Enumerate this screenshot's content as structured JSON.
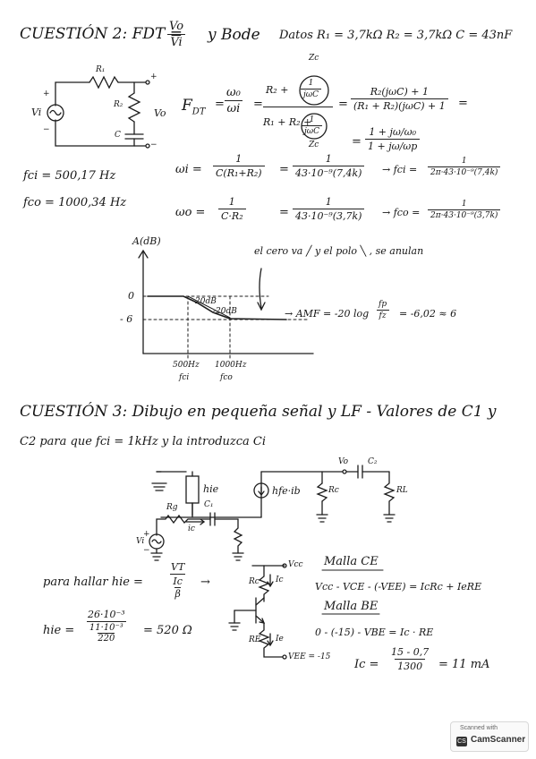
{
  "q2": {
    "heading": "CUESTIÓN 2: FDT =",
    "fdt_num": "Vo",
    "fdt_den": "Vi",
    "and_bode": "y Bode",
    "datos": "Datos R₁ = 3,7kΩ  R₂ = 3,7kΩ  C = 43nF",
    "circuit": {
      "r1": "R₁",
      "r2": "R₂",
      "c": "C",
      "vi": "Vi",
      "vo": "Vo",
      "plus": "+",
      "minus": "−",
      "out_plus": "+",
      "out_minus": "−"
    },
    "zc": "Zc",
    "zc2": "Zc",
    "fdt_label": "F",
    "fdt_sub": "DT",
    "f_frac_num": "ω₀",
    "f_frac_den": "ωi",
    "f_num": "R₂ +",
    "f_den": "R₁ + R₂ +",
    "inv_num": "1",
    "inv_den": "jωC",
    "f_rhs_num": "R₂(jωC) + 1",
    "f_rhs_den": "(R₁ + R₂)(jωC) + 1",
    "eq2_num": "1 + jω/ω₀",
    "eq2_den": "1 + jω/ωp",
    "equals": "=",
    "wi_label": "ωi =",
    "wi_num": "1",
    "wi_den": "C(R₁+R₂)",
    "wi_num2": "1",
    "wi_den2": "43·10⁻⁹(7,4k)",
    "fci_label": "→ fci =",
    "fci_num": "1",
    "fci_den": "2π·43·10⁻⁹(7,4k)",
    "wo_label": "ωo =",
    "wo_num": "1",
    "wo_den": "C·R₂",
    "wo_num2": "1",
    "wo_den2": "43·10⁻⁹(3,7k)",
    "fco_label": "→ fco =",
    "fco_num": "1",
    "fco_den": "2π·43·10⁻⁹(3,7k)",
    "fci_result": "fci = 500,17 Hz",
    "fco_result": "fco = 1000,34 Hz",
    "bode": {
      "ylabel": "A(dB)",
      "zero": "0",
      "minus6": "- 6",
      "note": "el cero va ╱ y el polo ╲ , se anulan",
      "slope": "-20dB",
      "slope2": "-20dB",
      "amf": "→ AMF = -20 log",
      "amf_num": "fp",
      "amf_den": "fz",
      "amf_val": "= -6,02 ≈ 6",
      "x1": "500Hz",
      "x1b": "fci",
      "x2": "1000Hz",
      "x2b": "fco"
    }
  },
  "q3": {
    "heading": "CUESTIÓN 3: Dibujo en pequeña señal y LF - Valores de C1 y",
    "heading2": "C2 para que fci = 1kHz y la introduzca Ci",
    "circuit": {
      "hie": "hie",
      "hfe": "hfe·ib",
      "rc": "Rc",
      "rl": "RL",
      "rg": "Rg",
      "c1": "C₁",
      "c2": "C₂",
      "vo": "Vo",
      "ic": "ic",
      "vi": "Vi",
      "plus": "+",
      "minus": "−"
    },
    "hallar": "para hallar hie =",
    "vt": "VT",
    "ic_over_b_num": "Ic",
    "ic_over_b_den": "β",
    "arrow": "→",
    "hie_eq": "hie =",
    "hie_num": "26·10⁻³",
    "hie_den_num": "11·10⁻³",
    "hie_den_den": "220",
    "hie_val": "= 520 Ω",
    "bjt": {
      "rc": "Rc",
      "re": "RE",
      "vcc": "Vcc",
      "vee": "VEE = -15",
      "ic": "Ic",
      "ie": "Ie"
    },
    "malla_ce": "Malla CE",
    "malla_ce_eq": "Vcc - VCE - (-VEE) = IcRc + IeRE",
    "malla_be": "Malla BE",
    "malla_be_eq": "0 - (-15) - VBE = Ic · RE",
    "ic_eq": "Ic =",
    "ic_num": "15 - 0,7",
    "ic_den": "1300",
    "ic_val": "= 11 mA"
  },
  "scanner": {
    "small": "Scanned with",
    "brand": "CamScanner",
    "logo": "CS"
  }
}
